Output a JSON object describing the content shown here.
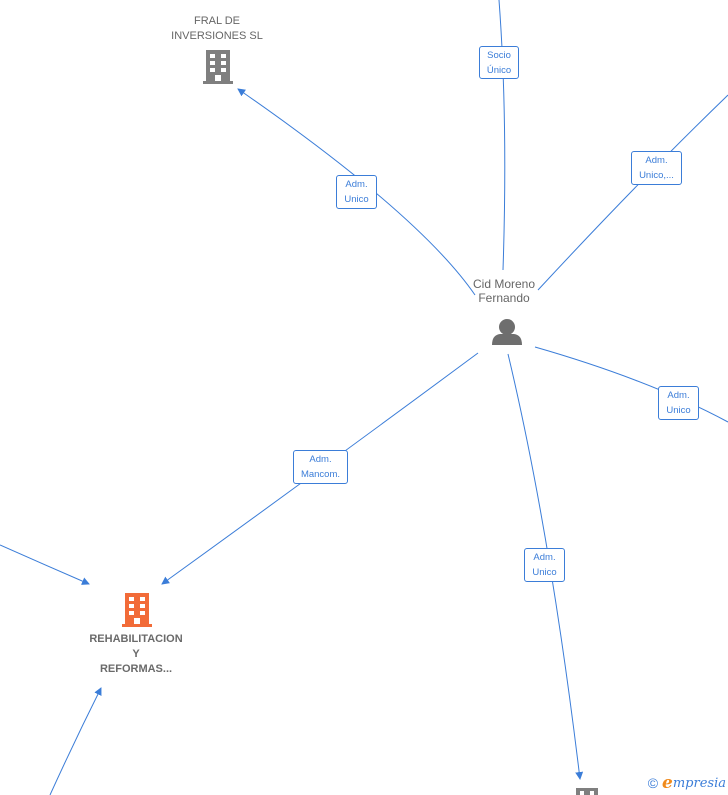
{
  "nodes": {
    "fral": {
      "line1": "FRAL DE",
      "line2": "INVERSIONES SL"
    },
    "person": {
      "line1": "Cid Moreno",
      "line2": "Fernando"
    },
    "rehab": {
      "line1": "REHABILITACION",
      "line2": "Y",
      "line3": "REFORMAS..."
    }
  },
  "edges": {
    "socio": {
      "line1": "Socio",
      "line2": "Único"
    },
    "adm_fral": {
      "line1": "Adm.",
      "line2": "Unico"
    },
    "adm_unico_trunc": {
      "line1": "Adm.",
      "line2": "Unico,..."
    },
    "adm_right": {
      "line1": "Adm.",
      "line2": "Unico"
    },
    "adm_mancom": {
      "line1": "Adm.",
      "line2": "Mancom."
    },
    "adm_bottom": {
      "line1": "Adm.",
      "line2": "Unico"
    }
  },
  "colors": {
    "edge": "#3b7dd8",
    "company_icon": "#7f7f7f",
    "highlight_icon": "#f26b38",
    "person_icon": "#6e6e6e"
  },
  "watermark": {
    "copyright": "©",
    "brand_initial": "e",
    "brand_rest": "mpresia"
  }
}
